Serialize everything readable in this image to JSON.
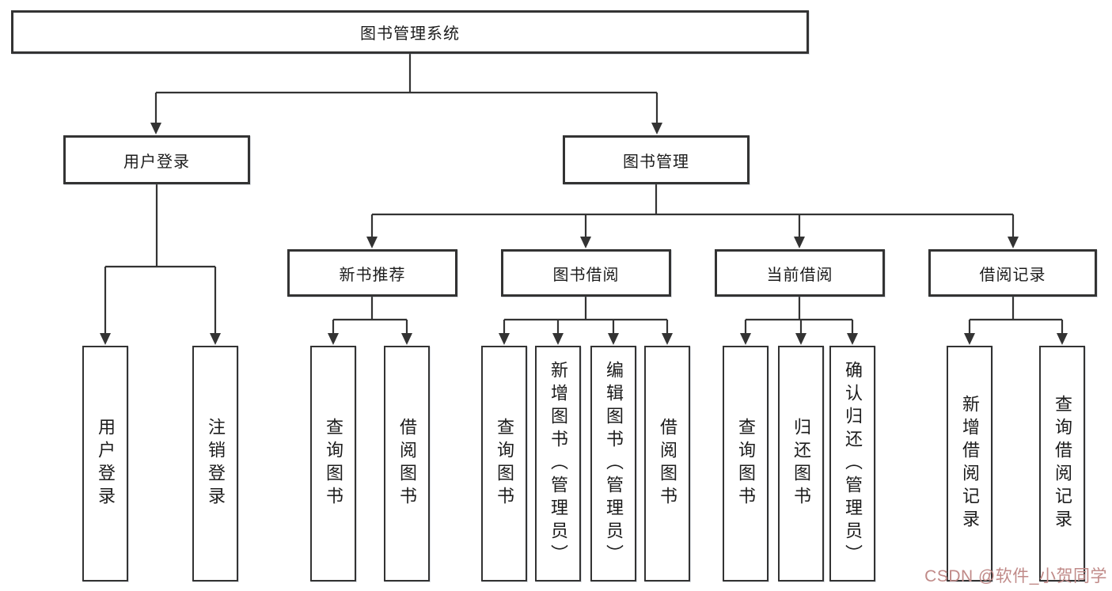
{
  "tree": {
    "label": "图书管理系统",
    "children": [
      {
        "label": "用户登录",
        "children": [
          {
            "label": "用户登录"
          },
          {
            "label": "注销登录"
          }
        ]
      },
      {
        "label": "图书管理",
        "children": [
          {
            "label": "新书推荐",
            "children": [
              {
                "label": "查询图书"
              },
              {
                "label": "借阅图书"
              }
            ]
          },
          {
            "label": "图书借阅",
            "children": [
              {
                "label": "查询图书"
              },
              {
                "label": "新增图书（管理员）"
              },
              {
                "label": "编辑图书（管理员）"
              },
              {
                "label": "借阅图书"
              }
            ]
          },
          {
            "label": "当前借阅",
            "children": [
              {
                "label": "查询图书"
              },
              {
                "label": "归还图书"
              },
              {
                "label": "确认归还（管理员）"
              }
            ]
          },
          {
            "label": "借阅记录",
            "children": [
              {
                "label": "新增借阅记录"
              },
              {
                "label": "查询借阅记录"
              }
            ]
          }
        ]
      }
    ]
  },
  "watermark": {
    "text": "CSDN @软件_小贺同学"
  },
  "colors": {
    "line": "#333333",
    "text": "#1c1c1c",
    "watermark": "#c08a88",
    "background": "#ffffff"
  }
}
